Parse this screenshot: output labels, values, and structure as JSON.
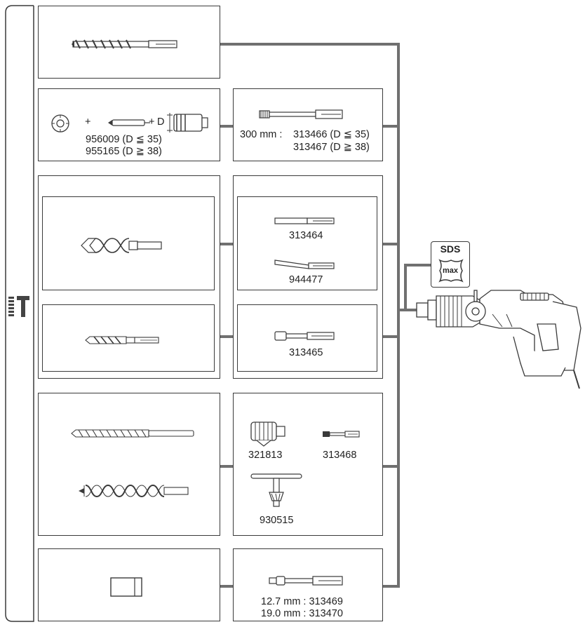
{
  "colors": {
    "line": "#707070",
    "stroke": "#3a3a3a",
    "fill": "#ffffff"
  },
  "sds_badge": {
    "top": "SDS",
    "bottom": "max"
  },
  "sections": {
    "core": {
      "left": {
        "code_a": "956009 (D ≦ 35)",
        "code_b": "955165 (D ≧ 38)",
        "plus": "+",
        "diameter": "D"
      },
      "right": {
        "length": "300 mm :",
        "code_a": "313466 (D ≦ 35)",
        "code_b": "313467 (D ≧ 38)"
      }
    },
    "chisel": {
      "items": [
        {
          "code": "313464"
        },
        {
          "code": "944477"
        }
      ]
    },
    "adapter": {
      "code": "313465"
    },
    "chuck": {
      "chuck_code": "321813",
      "adapter_code": "313468",
      "key_code": "930515"
    },
    "socket": {
      "line_a": "12.7 mm : 313469",
      "line_b": "19.0 mm : 313470"
    }
  },
  "icons": [
    "accessories-bracket-icon",
    "sds-max-badge-icon",
    "rotary-hammer-icon"
  ]
}
